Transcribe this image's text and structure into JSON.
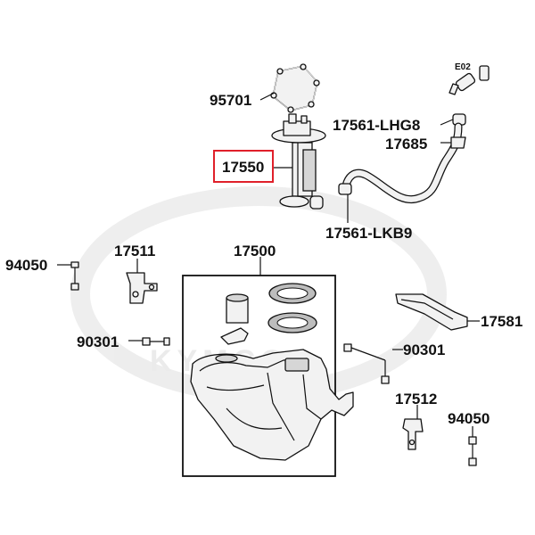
{
  "labels": {
    "p95701": "95701",
    "p17561_lhg8": "17561-LHG8",
    "p17685": "17685",
    "p17550": "17550",
    "p17561_lkb9": "17561-LKB9",
    "p17511": "17511",
    "p17500": "17500",
    "p94050_left": "94050",
    "p90301_left": "90301",
    "p17581": "17581",
    "p90301_right": "90301",
    "p17512": "17512",
    "p94050_right": "94050",
    "e02": "E02"
  },
  "watermark": "KYMCO",
  "highlight_color": "#e0202a"
}
